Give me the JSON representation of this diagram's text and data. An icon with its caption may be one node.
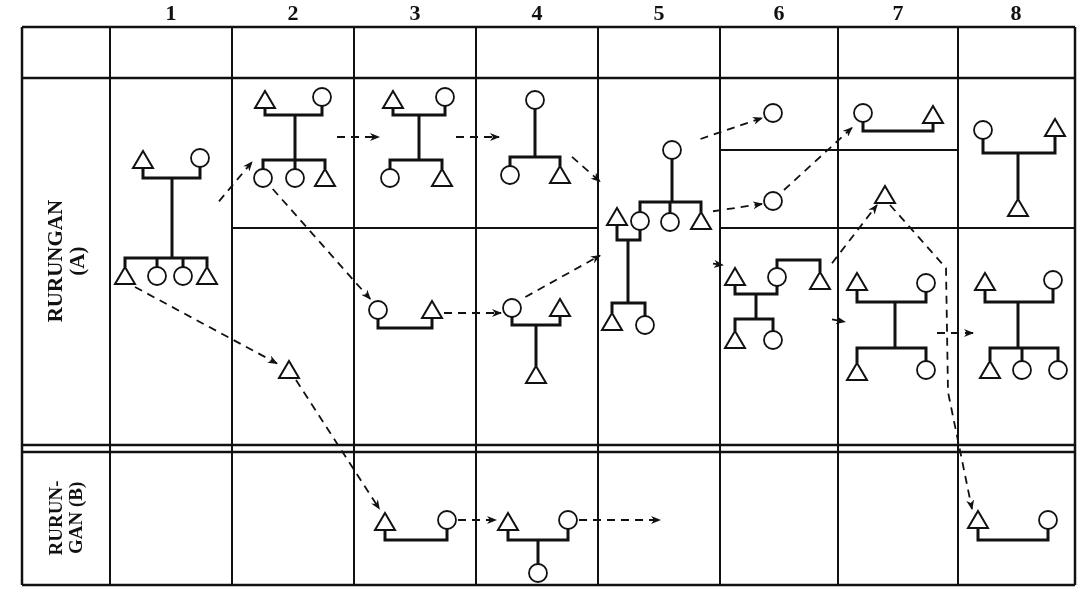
{
  "diagram": {
    "nodes": [
      {
        "text": [],
        "shape": "tree"
      },
      {
        "text": [],
        "shape": "tree"
      },
      {
        "text": [],
        "shape": "triangle"
      },
      {
        "text": [],
        "shape": "tree"
      },
      {
        "text": [],
        "shape": "tree"
      },
      {
        "text": [],
        "shape": "tree"
      },
      {
        "text": [],
        "shape": "tree"
      },
      {
        "text": [],
        "shape": "tree"
      },
      {
        "text": [],
        "shape": "circle"
      },
      {
        "text": [],
        "shape": "circle"
      },
      {
        "text": [],
        "shape": "tree"
      },
      {
        "text": [],
        "shape": "tree"
      },
      {
        "text": [],
        "shape": "triangle"
      },
      {
        "text": [],
        "shape": "tree"
      },
      {
        "text": [],
        "shape": "tree"
      },
      {
        "text": [],
        "shape": "tree"
      },
      {
        "text": [],
        "shape": "tree"
      },
      {
        "text": [],
        "shape": "tree"
      },
      {
        "text": [],
        "shape": "tree"
      }
    ],
    "edges": [
      {
        "from": 0,
        "to": 1,
        "arrow": "to",
        "style": "dashed"
      },
      {
        "from": 1,
        "to": 3,
        "arrow": "to",
        "style": "dashed"
      },
      {
        "from": 3,
        "to": 5,
        "arrow": "to",
        "style": "dashed"
      },
      {
        "from": 1,
        "to": 4,
        "arrow": "to",
        "style": "dashed"
      },
      {
        "from": 4,
        "to": 6,
        "arrow": "to",
        "style": "dashed"
      },
      {
        "from": 0,
        "to": 2,
        "arrow": "to",
        "style": "dashed"
      },
      {
        "from": 2,
        "to": 16,
        "arrow": "to",
        "style": "dashed"
      },
      {
        "from": 16,
        "to": 17,
        "arrow": "to",
        "style": "dashed"
      },
      {
        "from": 17,
        "to": null,
        "arrow": "to",
        "style": "dashed"
      },
      {
        "from": 5,
        "to": 7,
        "arrow": "to",
        "style": "dashed"
      },
      {
        "from": 6,
        "to": 7,
        "arrow": "to",
        "style": "dashed"
      },
      {
        "from": 7,
        "to": 8,
        "arrow": "to",
        "style": "dashed"
      },
      {
        "from": 7,
        "to": 9,
        "arrow": "to",
        "style": "dashed"
      },
      {
        "from": 7,
        "to": 10,
        "arrow": "to",
        "style": "dashed"
      },
      {
        "from": 9,
        "to": 11,
        "arrow": "to",
        "style": "dashed"
      },
      {
        "from": 10,
        "to": 12,
        "arrow": "to",
        "style": "dashed"
      },
      {
        "from": 10,
        "to": 13,
        "arrow": "to",
        "style": "dashed"
      },
      {
        "from": 13,
        "to": 15,
        "arrow": "to",
        "style": "dashed"
      },
      {
        "from": 12,
        "to": 18,
        "arrow": "to",
        "style": "dashed"
      }
    ],
    "labels": [
      "1",
      "2",
      "3",
      "4",
      "5",
      "6",
      "7",
      "8",
      "RURUNGAN (A)",
      "RURUN- GAN (B)"
    ]
  }
}
